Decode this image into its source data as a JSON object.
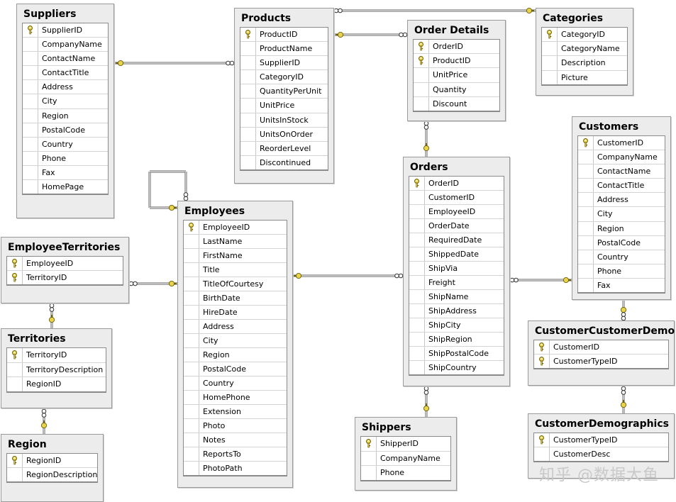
{
  "tables": [
    {
      "id": "suppliers",
      "title": "Suppliers",
      "fields": [
        {
          "name": "SupplierID",
          "pk": true
        },
        {
          "name": "CompanyName"
        },
        {
          "name": "ContactName"
        },
        {
          "name": "ContactTitle"
        },
        {
          "name": "Address"
        },
        {
          "name": "City"
        },
        {
          "name": "Region"
        },
        {
          "name": "PostalCode"
        },
        {
          "name": "Country"
        },
        {
          "name": "Phone"
        },
        {
          "name": "Fax"
        },
        {
          "name": "HomePage"
        }
      ]
    },
    {
      "id": "products",
      "title": "Products",
      "fields": [
        {
          "name": "ProductID",
          "pk": true
        },
        {
          "name": "ProductName"
        },
        {
          "name": "SupplierID"
        },
        {
          "name": "CategoryID"
        },
        {
          "name": "QuantityPerUnit"
        },
        {
          "name": "UnitPrice"
        },
        {
          "name": "UnitsInStock"
        },
        {
          "name": "UnitsOnOrder"
        },
        {
          "name": "ReorderLevel"
        },
        {
          "name": "Discontinued"
        }
      ]
    },
    {
      "id": "order-details",
      "title": "Order Details",
      "fields": [
        {
          "name": "OrderID",
          "pk": true
        },
        {
          "name": "ProductID",
          "pk": true
        },
        {
          "name": "UnitPrice"
        },
        {
          "name": "Quantity"
        },
        {
          "name": "Discount"
        }
      ]
    },
    {
      "id": "categories",
      "title": "Categories",
      "fields": [
        {
          "name": "CategoryID",
          "pk": true
        },
        {
          "name": "CategoryName"
        },
        {
          "name": "Description"
        },
        {
          "name": "Picture"
        }
      ]
    },
    {
      "id": "customers",
      "title": "Customers",
      "fields": [
        {
          "name": "CustomerID",
          "pk": true
        },
        {
          "name": "CompanyName"
        },
        {
          "name": "ContactName"
        },
        {
          "name": "ContactTitle"
        },
        {
          "name": "Address"
        },
        {
          "name": "City"
        },
        {
          "name": "Region"
        },
        {
          "name": "PostalCode"
        },
        {
          "name": "Country"
        },
        {
          "name": "Phone"
        },
        {
          "name": "Fax"
        }
      ]
    },
    {
      "id": "orders",
      "title": "Orders",
      "fields": [
        {
          "name": "OrderID",
          "pk": true
        },
        {
          "name": "CustomerID"
        },
        {
          "name": "EmployeeID"
        },
        {
          "name": "OrderDate"
        },
        {
          "name": "RequiredDate"
        },
        {
          "name": "ShippedDate"
        },
        {
          "name": "ShipVia"
        },
        {
          "name": "Freight"
        },
        {
          "name": "ShipName"
        },
        {
          "name": "ShipAddress"
        },
        {
          "name": "ShipCity"
        },
        {
          "name": "ShipRegion"
        },
        {
          "name": "ShipPostalCode"
        },
        {
          "name": "ShipCountry"
        }
      ]
    },
    {
      "id": "employees",
      "title": "Employees",
      "fields": [
        {
          "name": "EmployeeID",
          "pk": true
        },
        {
          "name": "LastName"
        },
        {
          "name": "FirstName"
        },
        {
          "name": "Title"
        },
        {
          "name": "TitleOfCourtesy"
        },
        {
          "name": "BirthDate"
        },
        {
          "name": "HireDate"
        },
        {
          "name": "Address"
        },
        {
          "name": "City"
        },
        {
          "name": "Region"
        },
        {
          "name": "PostalCode"
        },
        {
          "name": "Country"
        },
        {
          "name": "HomePhone"
        },
        {
          "name": "Extension"
        },
        {
          "name": "Photo"
        },
        {
          "name": "Notes"
        },
        {
          "name": "ReportsTo"
        },
        {
          "name": "PhotoPath"
        }
      ]
    },
    {
      "id": "employee-territories",
      "title": "EmployeeTerritories",
      "fields": [
        {
          "name": "EmployeeID",
          "pk": true
        },
        {
          "name": "TerritoryID",
          "pk": true
        }
      ]
    },
    {
      "id": "territories",
      "title": "Territories",
      "fields": [
        {
          "name": "TerritoryID",
          "pk": true
        },
        {
          "name": "TerritoryDescription"
        },
        {
          "name": "RegionID"
        }
      ]
    },
    {
      "id": "region",
      "title": "Region",
      "fields": [
        {
          "name": "RegionID",
          "pk": true
        },
        {
          "name": "RegionDescription"
        }
      ]
    },
    {
      "id": "shippers",
      "title": "Shippers",
      "fields": [
        {
          "name": "ShipperID",
          "pk": true
        },
        {
          "name": "CompanyName"
        },
        {
          "name": "Phone"
        }
      ]
    },
    {
      "id": "customer-customer-demo",
      "title": "CustomerCustomerDemo",
      "fields": [
        {
          "name": "CustomerID",
          "pk": true
        },
        {
          "name": "CustomerTypeID",
          "pk": true
        }
      ]
    },
    {
      "id": "customer-demographics",
      "title": "CustomerDemographics",
      "fields": [
        {
          "name": "CustomerTypeID",
          "pk": true
        },
        {
          "name": "CustomerDesc"
        }
      ]
    }
  ],
  "relationships": [
    {
      "from": "suppliers",
      "to": "products"
    },
    {
      "from": "products",
      "to": "order-details"
    },
    {
      "from": "categories",
      "to": "products"
    },
    {
      "from": "order-details",
      "to": "orders"
    },
    {
      "from": "employees",
      "to": "employees"
    },
    {
      "from": "employee-territories",
      "to": "employees"
    },
    {
      "from": "employee-territories",
      "to": "territories"
    },
    {
      "from": "territories",
      "to": "region"
    },
    {
      "from": "employees",
      "to": "orders"
    },
    {
      "from": "orders",
      "to": "customers"
    },
    {
      "from": "orders",
      "to": "shippers"
    },
    {
      "from": "customers",
      "to": "customer-customer-demo"
    },
    {
      "from": "customer-customer-demo",
      "to": "customer-demographics"
    }
  ],
  "watermark": "知乎 @数据大鱼",
  "colors": {
    "key": "#e8d44a",
    "line": "#7a7a7a",
    "panel": "#ececec"
  }
}
